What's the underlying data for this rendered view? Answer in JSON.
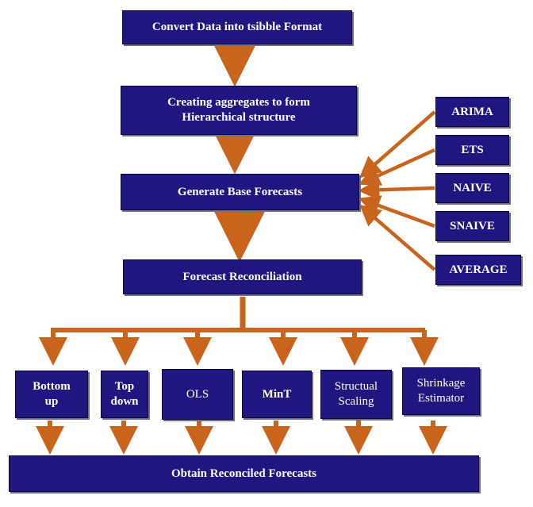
{
  "colors": {
    "box_fill": "#1f1680",
    "box_text": "#ffffff",
    "arrow": "#c8641c"
  },
  "steps": {
    "convert": "Convert Data into tsibble Format",
    "aggregate": [
      "Creating aggregates to form",
      "Hierarchical structure"
    ],
    "base": "Generate Base Forecasts",
    "reconcile": "Forecast Reconciliation",
    "obtain": "Obtain Reconciled Forecasts"
  },
  "models": [
    "ARIMA",
    "ETS",
    "NAIVE",
    "SNAIVE",
    "AVERAGE"
  ],
  "methods": [
    {
      "lines": [
        "Bottom",
        "up"
      ]
    },
    {
      "lines": [
        "Top",
        "down"
      ]
    },
    {
      "lines": [
        "OLS"
      ]
    },
    {
      "lines": [
        "MinT"
      ]
    },
    {
      "lines": [
        "Structual",
        "Scaling"
      ]
    },
    {
      "lines": [
        "Shrinkage",
        "Estimator"
      ]
    }
  ]
}
